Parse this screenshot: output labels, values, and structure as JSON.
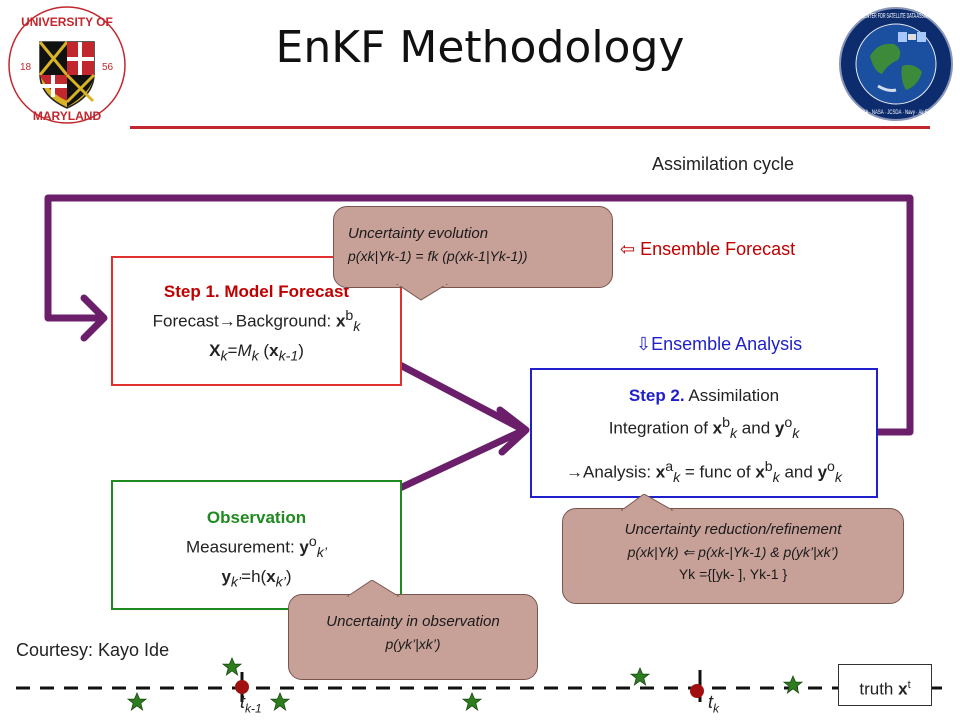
{
  "title": "EnKF Methodology",
  "logos": {
    "left": {
      "name": "University of Maryland",
      "top_text": "UNIVERSITY OF",
      "bottom_text": "MARYLAND",
      "year_left": "18",
      "year_right": "56"
    },
    "right": {
      "name": "Joint Center for Satellite Data Assimilation",
      "ring_text": "JOINT CENTER FOR SATELLITE DATA ASSIMILATION",
      "bottom_text": "NOAA · NASA · JCSDA · Navy · Air Force"
    }
  },
  "cycle_label": "Assimilation cycle",
  "ensemble_forecast_label": "Ensemble Forecast",
  "ensemble_analysis_label": "Ensemble Analysis",
  "step1": {
    "heading": "Step 1. Model Forecast",
    "line2_a": "Forecast",
    "line2_b": "Background: ",
    "line2_x": "x",
    "line2_sup": "b",
    "line2_sub": "k",
    "line3_X": "X",
    "line3_k": "k",
    "line3_eq": "=",
    "line3_M": "M",
    "line3_paren_open": " (",
    "line3_x": "x",
    "line3_km1": "k-1",
    "line3_paren_close": ")"
  },
  "observation": {
    "heading": "Observation",
    "line2": "Measurement: ",
    "line2_y": "y",
    "line2_sup": "o",
    "line2_sub": "k’",
    "line3_y": "y",
    "line3_sub": "k’",
    "line3_eq": "=h(",
    "line3_x": "x",
    "line3_sub2": "k’",
    "line3_close": ")"
  },
  "step2": {
    "heading_a": "Step 2.",
    "heading_b": " Assimilation",
    "line2_a": "Integration of ",
    "line2_x": "x",
    "line2_sup": "b",
    "line2_sub": "k",
    "line2_and": " and ",
    "line2_y": "y",
    "line2_sup2": "o",
    "line2_sub2": "k",
    "line3_a": "Analysis: ",
    "line3_x": "x",
    "line3_sup": "a",
    "line3_sub": "k",
    "line3_mid": " = func of ",
    "line3_x2": "x",
    "line3_sup2": "b",
    "line3_sub2": "k",
    "line3_and": " and ",
    "line3_y": "y",
    "line3_sup3": "o",
    "line3_sub3": "k"
  },
  "callout_evolution": {
    "title": "Uncertainty evolution",
    "formula": "p(xk|Yk-1) = fk (p(xk-1|Yk-1))"
  },
  "callout_reduction": {
    "title": "Uncertainty reduction/refinement",
    "formula": "p(xk|Yk) ⇐ p(xk-|Yk-1) & p(yk’|xk’)",
    "set": "Yk ={[yk- ], Yk-1 }"
  },
  "callout_observation": {
    "title": "Uncertainty in observation",
    "formula": "p(yk’|xk’)"
  },
  "courtesy": "Courtesy: Kayo Ide",
  "timeline": {
    "t_km1": "t",
    "t_km1_sub": "k-1",
    "t_k": "t",
    "t_k_sub": "k",
    "truth_label": "truth ",
    "truth_x": "x",
    "truth_sup": "t"
  },
  "colors": {
    "arrow": "#6b1f6b",
    "step1_border": "#e03030",
    "step1_heading": "#c00000",
    "observation_border": "#1f8a1f",
    "observation_heading": "#1f8a1f",
    "step2_border": "#1f1fcc",
    "step2_heading": "#1f1fcc",
    "forecast_label": "#c00000",
    "analysis_label": "#1f1fcc",
    "callout_fill": "#c7a098",
    "star": "#2e7d1f",
    "dot": "#a01010",
    "header_rule": "#c1272d"
  }
}
